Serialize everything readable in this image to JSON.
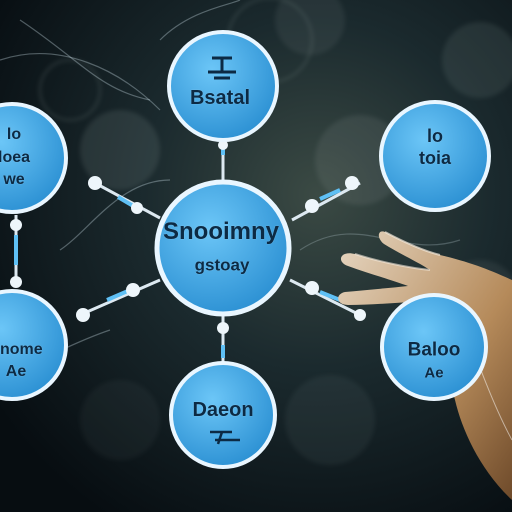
{
  "scene": {
    "colors": {
      "background": "#0b1418",
      "node_fill": "#3aa6e6",
      "node_ring": "#e9f6ff",
      "connector": "#dde9f1",
      "text": "#0c2a44"
    },
    "hub": {
      "title": "Snooimny",
      "subtitle": "gstoay"
    },
    "nodes": {
      "top": {
        "title": "Bsatal"
      },
      "left_top": {
        "line1": "lo",
        "line2": "loea",
        "line3": "we"
      },
      "right_top": {
        "line1": "lo",
        "line2": "toia"
      },
      "left_bottom": {
        "line1": "Snome",
        "line2": "Ae"
      },
      "right_bottom": {
        "line1": "Baloo",
        "line2": "Ae"
      },
      "bottom": {
        "title": "Daeon"
      }
    },
    "hand_visible": true
  }
}
